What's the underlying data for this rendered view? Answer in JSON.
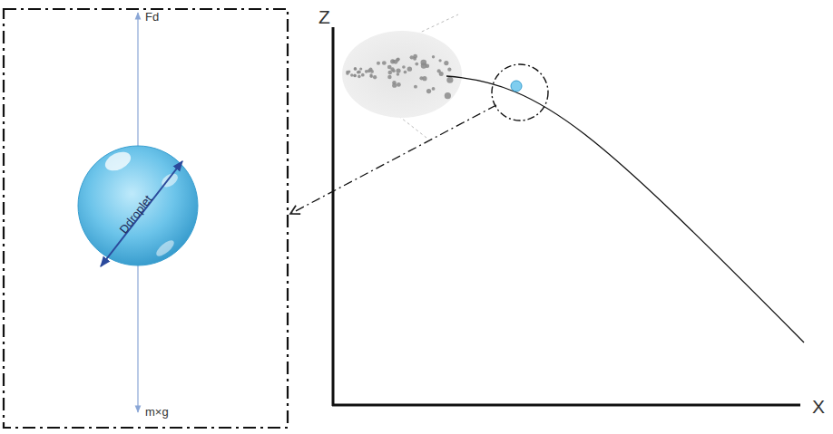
{
  "diagram": {
    "labels": [
      "Fd",
      "Ddroplet",
      "m×g",
      "Z",
      "X"
    ]
  }
}
